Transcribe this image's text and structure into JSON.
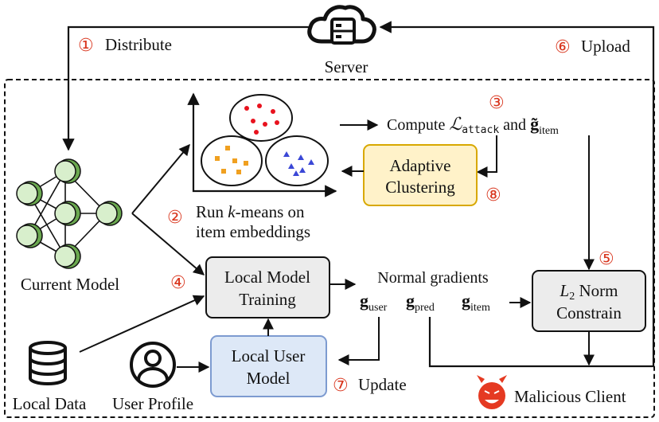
{
  "server": {
    "label": "Server",
    "icon": "cloud-server-icon"
  },
  "steps": {
    "s1": {
      "num": "①",
      "label": "Distribute"
    },
    "s2": {
      "num": "②",
      "line1": "Run ",
      "kvar": "k",
      "line1b": "-means on",
      "line2": "item embeddings"
    },
    "s3": {
      "num": "③",
      "pre": "Compute ",
      "loss": "ℒ",
      "loss_sub": "attack",
      "mid": " and ",
      "grad": "g̃",
      "grad_sub": "item"
    },
    "s4": {
      "num": "④"
    },
    "s5": {
      "num": "⑤"
    },
    "s6": {
      "num": "⑥",
      "label": "Upload"
    },
    "s7": {
      "num": "⑦",
      "label": "Update"
    },
    "s8": {
      "num": "⑧"
    }
  },
  "current_model": {
    "label": "Current Model"
  },
  "adaptive_clustering": {
    "line1": "Adaptive",
    "line2": "Clustering"
  },
  "local_model_training": {
    "line1": "Local Model",
    "line2": "Training"
  },
  "local_user_model": {
    "line1": "Local User",
    "line2": "Model"
  },
  "norm_constrain": {
    "l": "L",
    "sub": "2",
    "rest": " Norm",
    "line2": "Constrain"
  },
  "normal_gradients": {
    "label": "Normal gradients",
    "g_user": "g",
    "g_user_sub": "user",
    "g_pred": "g",
    "g_pred_sub": "pred",
    "g_item": "g",
    "g_item_sub": "item"
  },
  "local_data": {
    "label": "Local Data"
  },
  "user_profile": {
    "label": "User Profile"
  },
  "malicious_client": {
    "label": "Malicious Client"
  },
  "colors": {
    "accent_red": "#d9361e",
    "cluster_red": "#e8121e",
    "cluster_orange": "#f0a020",
    "cluster_blue": "#3a47d6",
    "node_green": "#6aa84f",
    "node_fill": "#d8efcc",
    "adaptive_fill": "#fff2c9",
    "adaptive_stroke": "#d8a800",
    "user_model_fill": "#dde8f7",
    "user_model_stroke": "#7d9bd0",
    "gray_box_fill": "#ececec"
  }
}
